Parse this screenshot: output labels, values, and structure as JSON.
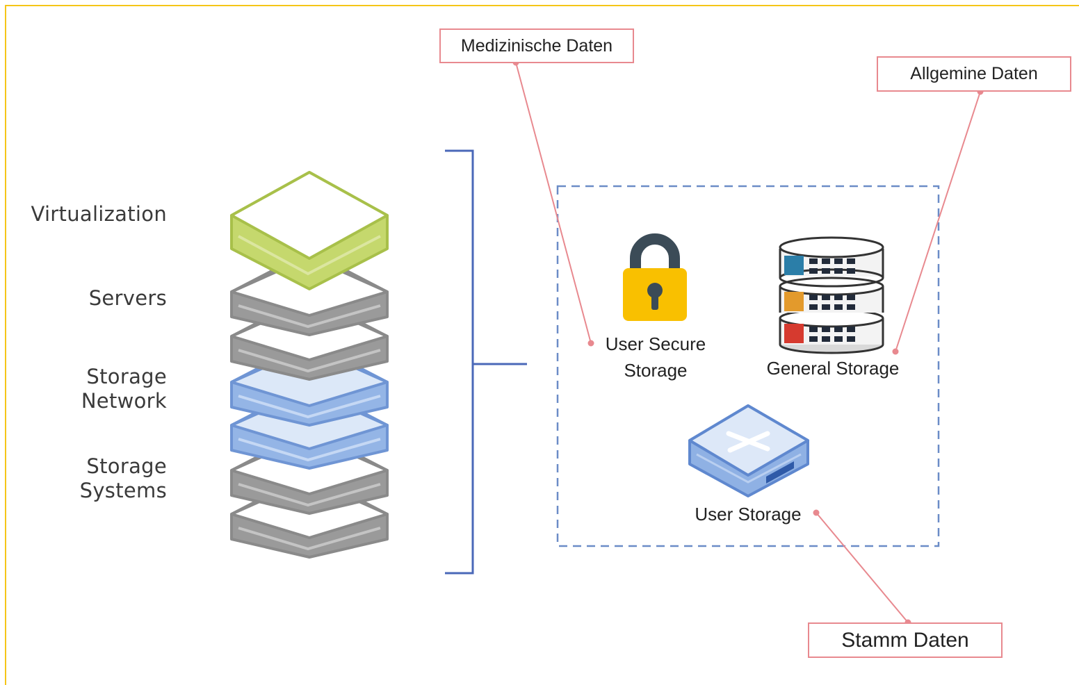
{
  "stack": {
    "labels": {
      "virtualization": "Virtualization",
      "servers": "Servers",
      "storage_network_1": "Storage",
      "storage_network_2": "Network",
      "storage_systems_1": "Storage",
      "storage_systems_2": "Systems"
    },
    "colors": {
      "virtualization": "#c5d86d",
      "servers": "#a9a9a9",
      "storage_network": "#9bbbe8",
      "storage_systems": "#a9a9a9"
    }
  },
  "storage": {
    "secure_line1": "User Secure",
    "secure_line2": "Storage",
    "general": "General Storage",
    "user": "User Storage"
  },
  "callouts": {
    "medical": "Medizinische Daten",
    "general": "Allgemine Daten",
    "master": "Stamm Daten"
  },
  "colors": {
    "frame": "#f5c518",
    "bracket": "#4a68b8",
    "dashed_box": "#6b8cc7",
    "callout": "#e8898f",
    "lock_body": "#f9c000",
    "lock_shackle": "#3b4b57"
  }
}
